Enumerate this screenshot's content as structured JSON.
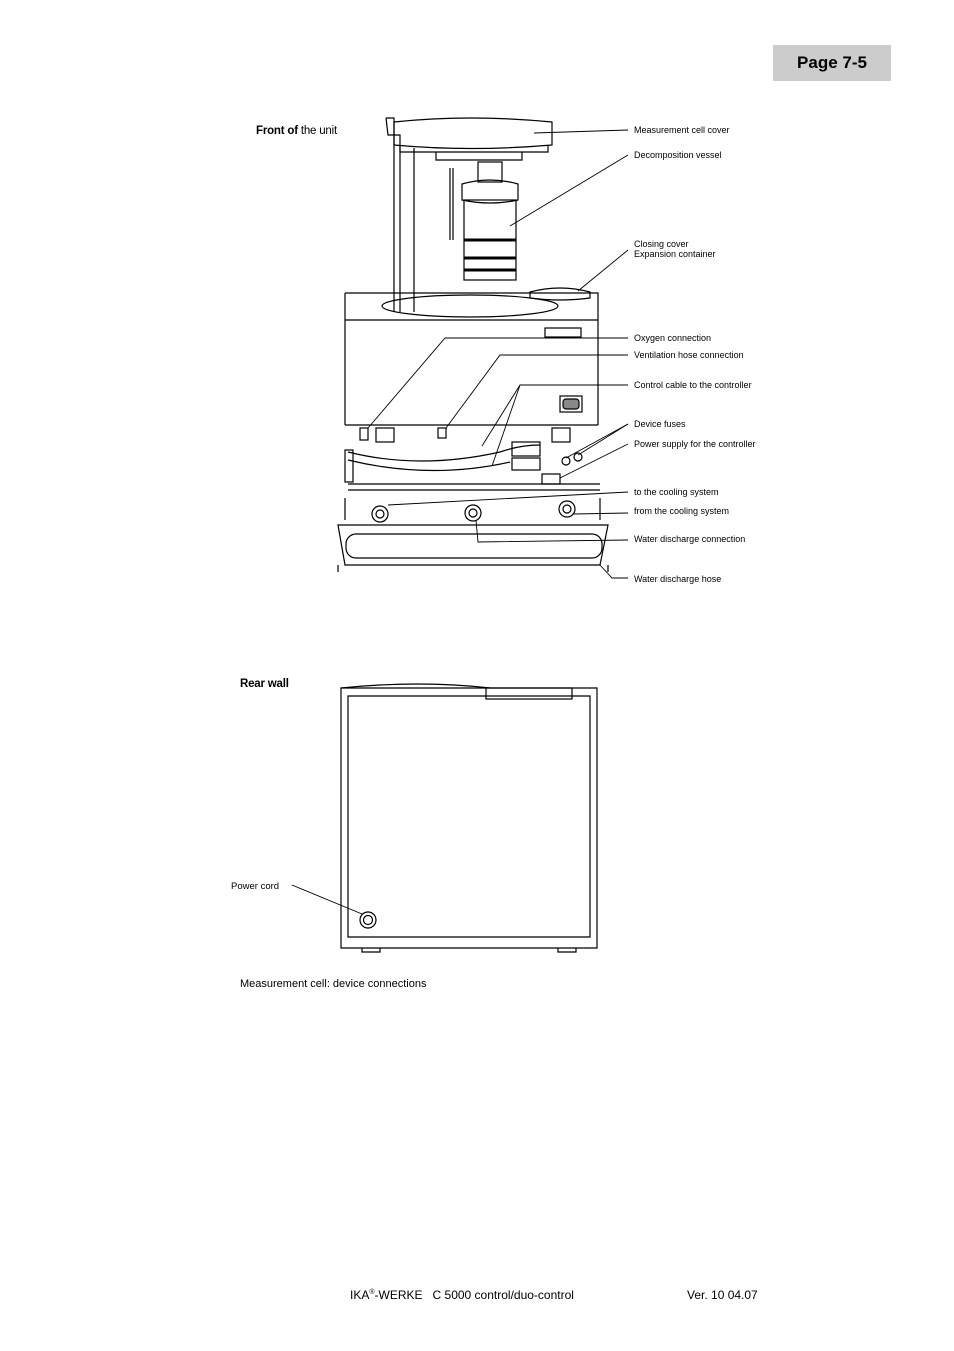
{
  "page_label": "Page 7-5",
  "front": {
    "title_bold": "Front of",
    "title_rest": " the unit",
    "callouts": [
      "Measurement cell cover",
      "Decomposition vessel",
      "Closing cover",
      "Expansion container",
      "Oxygen connection",
      "Ventilation hose connection",
      "Control cable to the controller",
      "Device fuses",
      "Power supply for the controller",
      "to the cooling system",
      "from the cooling system",
      "Water discharge connection",
      "Water discharge hose"
    ]
  },
  "rear": {
    "title": "Rear wall",
    "callout": "Power cord"
  },
  "caption": "Measurement cell: device connections",
  "footer": {
    "brand": "IKA",
    "registered": "®",
    "brand_suffix": "-WERKE",
    "product": "C 5000 control/duo-control",
    "version": "Ver. 10 04.07"
  }
}
